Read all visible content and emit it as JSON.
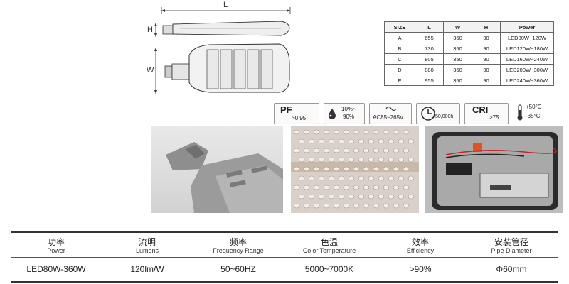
{
  "drawing": {
    "label_length": "L",
    "label_height": "H",
    "label_width": "W"
  },
  "size_table": {
    "headers": [
      "SIZE",
      "L",
      "W",
      "H",
      "Power"
    ],
    "rows": [
      [
        "A",
        "655",
        "350",
        "90",
        "LED80W~120W"
      ],
      [
        "B",
        "730",
        "350",
        "90",
        "LED120W~180W"
      ],
      [
        "C",
        "805",
        "350",
        "90",
        "LED160W~240W"
      ],
      [
        "D",
        "880",
        "350",
        "90",
        "LED200W~300W"
      ],
      [
        "E",
        "955",
        "350",
        "90",
        "LED240W~360W"
      ]
    ]
  },
  "icons": {
    "pf": {
      "title": "PF",
      "value": ">0,95"
    },
    "humidity": {
      "line1": "10%~",
      "line2": "90%"
    },
    "voltage": {
      "value": "AC85~265V"
    },
    "lifetime": {
      "value": "50,000h"
    },
    "cri": {
      "title": "CRI",
      "value": ">75"
    },
    "temperature": {
      "high": "+50°C",
      "low": "-35°C"
    }
  },
  "specs": [
    {
      "cn": "功率",
      "en": "Power",
      "value": "LED80W-360W"
    },
    {
      "cn": "流明",
      "en": "Lumens",
      "value": "120lm/W"
    },
    {
      "cn": "频率",
      "en": "Frequency Range",
      "value": "50~60HZ"
    },
    {
      "cn": "色温",
      "en": "Color Temperature",
      "value": "5000~7000K"
    },
    {
      "cn": "效率",
      "en": "Efficiency",
      "value": ">90%"
    },
    {
      "cn": "安装管径",
      "en": "Pipe Diameter",
      "value": "Φ60mm"
    }
  ]
}
